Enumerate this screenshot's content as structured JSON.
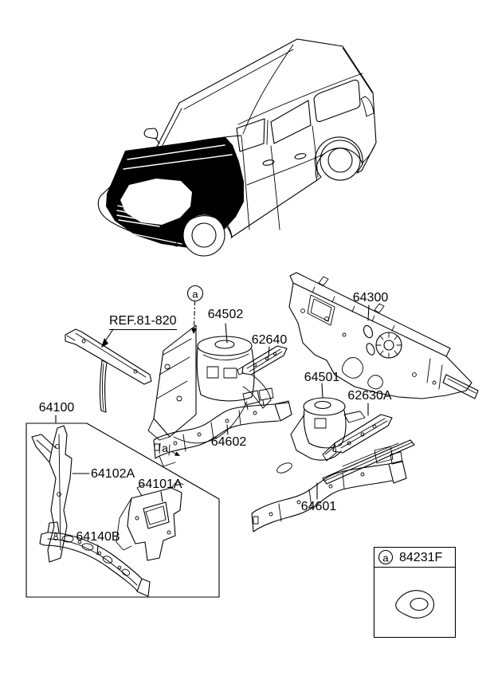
{
  "page": {
    "background": "#ffffff",
    "ink": "#000000",
    "description": "Body parts catalog diagram: fender apron and radiator support panels, minivan front three-quarter view with engine compartment area highlighted in black"
  },
  "vehicle": {
    "highlight_color": "#000000"
  },
  "labels": {
    "ref": "REF.81-820",
    "p64502": "64502",
    "p62640": "62640",
    "p64300": "64300",
    "p64501": "64501",
    "p62630a": "62630A",
    "p64602": "64602",
    "p64601": "64601",
    "p64100": "64100",
    "p64102a": "64102A",
    "p64101a": "64101A",
    "p64140b": "64140B"
  },
  "markers": {
    "callout_a_top": "a",
    "callout_a_rail": "a"
  },
  "legend": {
    "marker": "a",
    "part_number": "84231F"
  }
}
